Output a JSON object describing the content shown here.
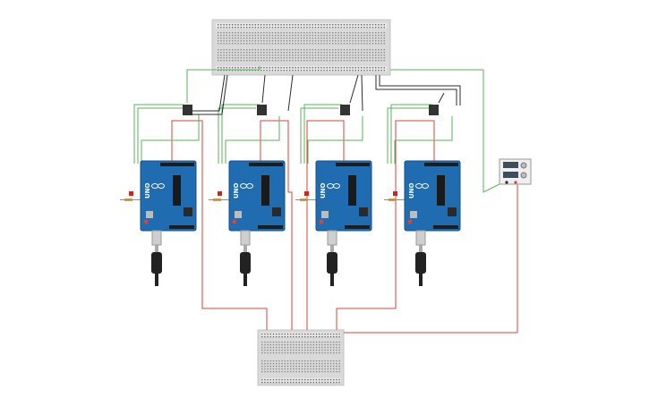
{
  "circuit": {
    "boards": [
      {
        "label": "UNO",
        "logo": "arduino-logo"
      },
      {
        "label": "UNO",
        "logo": "arduino-logo"
      },
      {
        "label": "UNO",
        "logo": "arduino-logo"
      },
      {
        "label": "UNO",
        "logo": "arduino-logo"
      }
    ],
    "colors": {
      "board": "#1f6db0",
      "board_dark": "#15508a",
      "breadboard": "#d9d9d9",
      "wire_red": "#d9433b",
      "wire_green": "#57b35a",
      "wire_black": "#2b2b2b",
      "ic": "#333333",
      "usb": "#cfcfcf",
      "plug": "#222222"
    },
    "icons": [
      "breadboard-icon",
      "arduino-uno-icon",
      "ic-chip-icon",
      "usb-cable-icon",
      "power-supply-icon",
      "led-icon",
      "resistor-icon"
    ]
  }
}
